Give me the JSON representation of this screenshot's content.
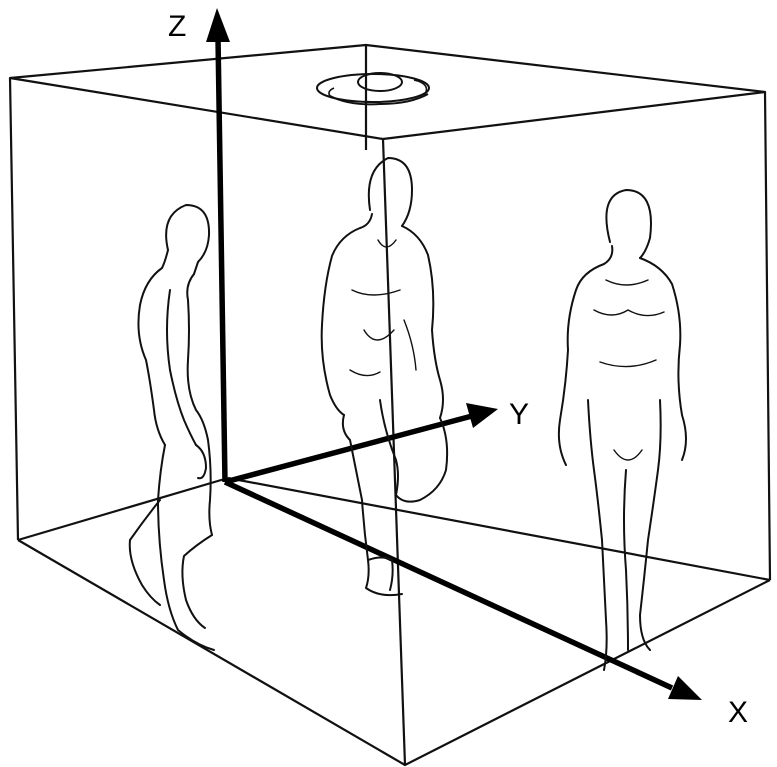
{
  "axes": {
    "x_label": "X",
    "y_label": "Y",
    "z_label": "Z"
  },
  "icons": [
    "ceiling-camera-icon"
  ],
  "figures": [
    "human-figure-left-profile",
    "human-figure-center-walking",
    "human-figure-right-front"
  ]
}
